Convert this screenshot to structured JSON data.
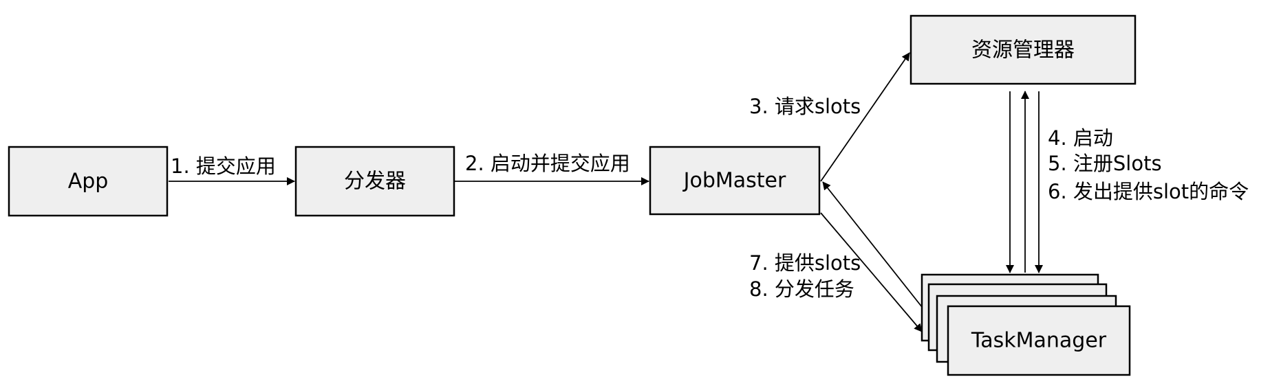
{
  "nodes": {
    "app": "App",
    "dispatcher": "分发器",
    "jobmaster": "JobMaster",
    "resource_manager": "资源管理器",
    "taskmanager": "TaskManager"
  },
  "edges": {
    "submit_app": "1. 提交应用",
    "start_submit": "2. 启动并提交应用",
    "request_slots": "3. 请求slots",
    "rm_tm_lines": [
      "4. 启动",
      "5. 注册Slots",
      "6. 发出提供slot的命令"
    ],
    "jm_tm_lines": [
      "7. 提供slots",
      "8. 分发任务"
    ]
  }
}
